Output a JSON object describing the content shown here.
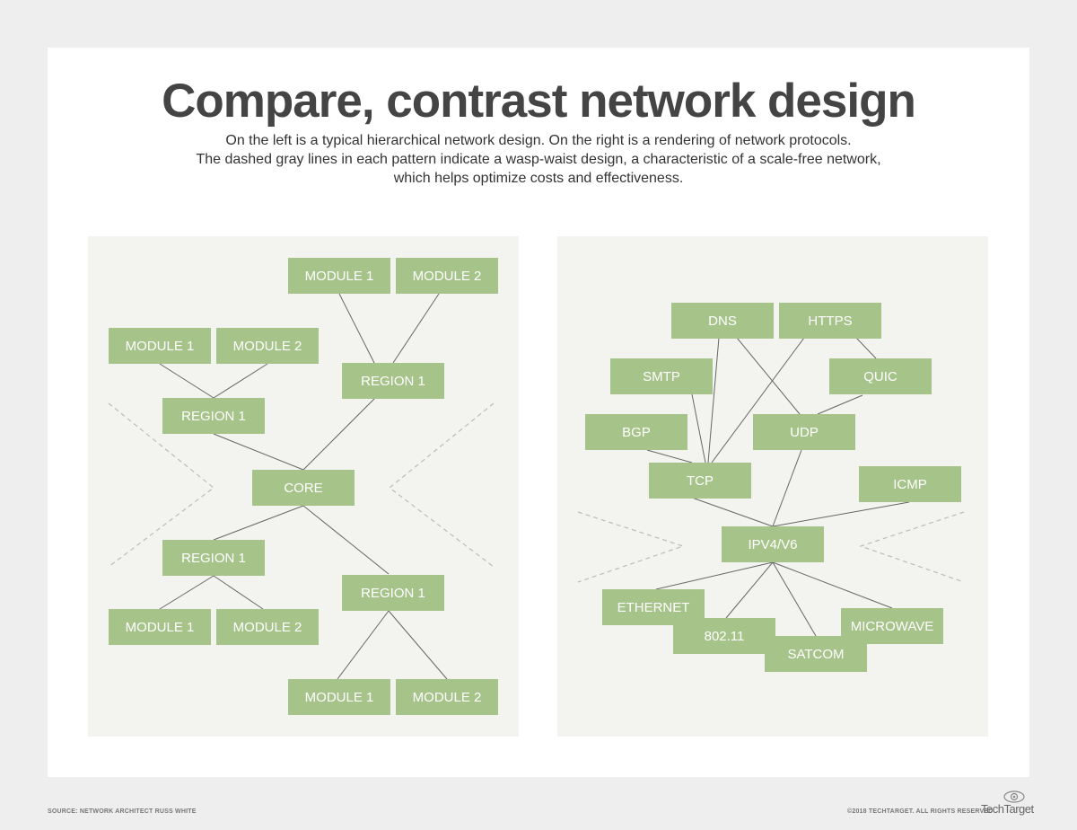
{
  "title": "Compare, contrast network design",
  "subtitle": [
    "On the left is a typical hierarchical network design. On the right is a rendering of network protocols.",
    "The dashed gray lines in each pattern indicate a wasp-waist design, a characteristic of a scale-free network,",
    "which helps optimize costs and effectiveness."
  ],
  "left_diagram": {
    "nodes": {
      "module1_top": "MODULE 1",
      "module2_top": "MODULE 2",
      "module1_upperleft": "MODULE 1",
      "module2_upperleft": "MODULE 2",
      "region1_upperright": "REGION 1",
      "region1_upperleft": "REGION 1",
      "core": "CORE",
      "region1_lowerleft": "REGION 1",
      "region1_lowerright": "REGION 1",
      "module1_lowerleft": "MODULE 1",
      "module2_lowerleft": "MODULE 2",
      "module1_bottom": "MODULE 1",
      "module2_bottom": "MODULE 2"
    }
  },
  "right_diagram": {
    "nodes": {
      "dns": "DNS",
      "https": "HTTPS",
      "smtp": "SMTP",
      "quic": "QUIC",
      "bgp": "BGP",
      "udp": "UDP",
      "tcp": "TCP",
      "icmp": "ICMP",
      "ipv4v6": "IPV4/V6",
      "ethernet": "ETHERNET",
      "microwave": "MICROWAVE",
      "wifi": "802.11",
      "satcom": "SATCOM"
    }
  },
  "footer": {
    "source": "SOURCE: NETWORK ARCHITECT RUSS WHITE",
    "copyright": "©2018 TECHTARGET. ALL RIGHTS RESERVED",
    "brand": "TechTarget"
  },
  "colors": {
    "node_fill": "#a6c48a",
    "panel_bg": "#f3f4ef",
    "title": "#444444"
  }
}
